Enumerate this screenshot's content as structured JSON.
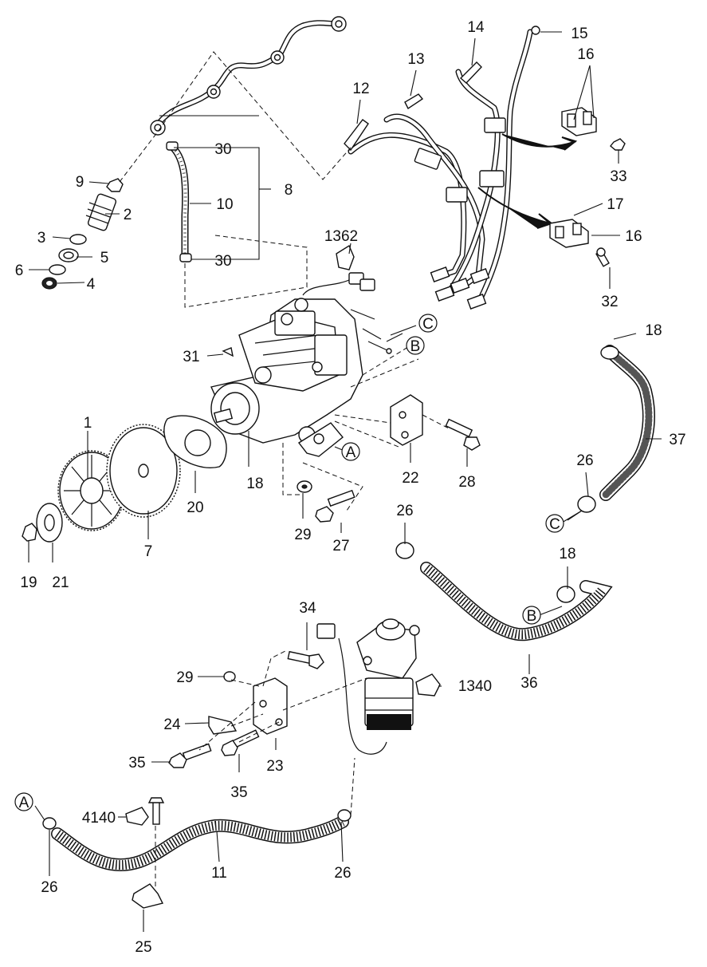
{
  "labels": {
    "l1": "1",
    "l2": "2",
    "l3": "3",
    "l4": "4",
    "l5": "5",
    "l6": "6",
    "l7": "7",
    "l8": "8",
    "l9": "9",
    "l10": "10",
    "l11": "11",
    "l12": "12",
    "l13": "13",
    "l14": "14",
    "l15": "15",
    "l16a": "16",
    "l16b": "16",
    "l17": "17",
    "l18a": "18",
    "l18b": "18",
    "l18c": "18",
    "l19": "19",
    "l20": "20",
    "l21": "21",
    "l22": "22",
    "l23": "23",
    "l24": "24",
    "l25": "25",
    "l26a": "26",
    "l26b": "26",
    "l26c": "26",
    "l26d": "26",
    "l27": "27",
    "l28": "28",
    "l29a": "29",
    "l29b": "29",
    "l30a": "30",
    "l30b": "30",
    "l31": "31",
    "l32": "32",
    "l33": "33",
    "l34": "34",
    "l35a": "35",
    "l35b": "35",
    "l36": "36",
    "l37": "37",
    "l1362": "1362",
    "l1340": "1340",
    "l4140": "4140"
  },
  "refs": {
    "A1": "A",
    "A2": "A",
    "B1": "B",
    "B2": "B",
    "C1": "C",
    "C2": "C"
  }
}
